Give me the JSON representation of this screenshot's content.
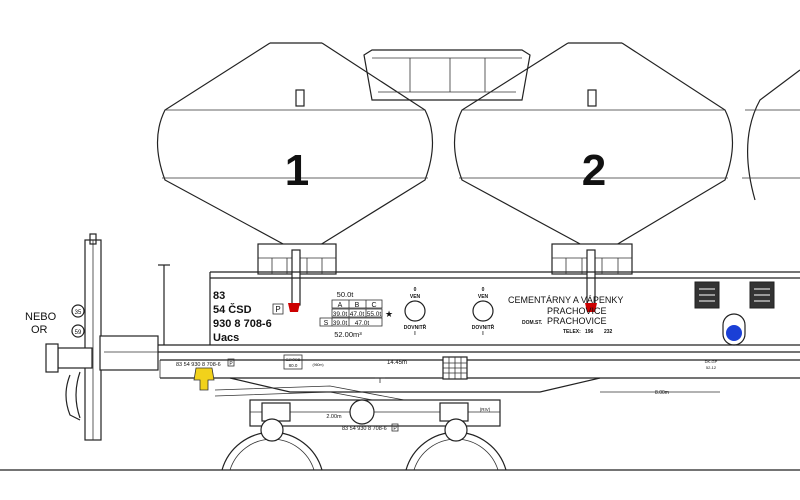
{
  "hoppers": [
    {
      "number": "1"
    },
    {
      "number": "2"
    }
  ],
  "side_label": {
    "line1": "NEBO",
    "line2": "OR",
    "circle_upper": "35",
    "circle_lower": "59"
  },
  "wagon_id": {
    "code": "83",
    "owner": "54 ČSD",
    "number": "930 8 708-6",
    "type": "Uacs",
    "p_mark": "P"
  },
  "load_table": {
    "top_value": "50.0t",
    "headers": [
      "A",
      "B",
      "C"
    ],
    "row1": [
      "39.0t",
      "47.0t",
      "55.0t"
    ],
    "row2_label": "S",
    "row2": [
      "39.0t",
      "47.0t"
    ],
    "star": "★",
    "volume": "52.00m³"
  },
  "valves": [
    {
      "top": "0",
      "top2": "VEN",
      "bottom": "DOVNITŘ",
      "bottom2": "I"
    },
    {
      "top": "0",
      "top2": "VEN",
      "bottom": "DOVNITŘ",
      "bottom2": "I"
    }
  ],
  "owner_block": {
    "name": "CEMENTÁRNY A VÁPENKY",
    "city": "PRACHOVICE",
    "home_label": "DOM.ST.",
    "home_city": "PRACHOVICE",
    "telex_label": "TELEX:",
    "telex_number": "196",
    "telex_suffix": "232"
  },
  "frame_marks": {
    "number_small": "83 54 930 8 708-6",
    "p_small": "P",
    "table_small_top": "CZ/ÖBB",
    "table_small_bottom": "80.0",
    "length": "14.45m",
    "tare_note": "(960m)",
    "right_code_top": "DK-GP",
    "right_code_bottom": "52-12",
    "right_dim": "8.00m",
    "bogie_dim": "2.00m",
    "bogie_number": "83 54 930 8 708-6",
    "bogie_p": "P",
    "bogie_note": "(RIV)"
  },
  "colors": {
    "line": "#222222",
    "red_marker": "#cc0000",
    "blue_marker": "#1a3fd6",
    "yellow_hook": "#f2d21b",
    "black": "#111111"
  }
}
